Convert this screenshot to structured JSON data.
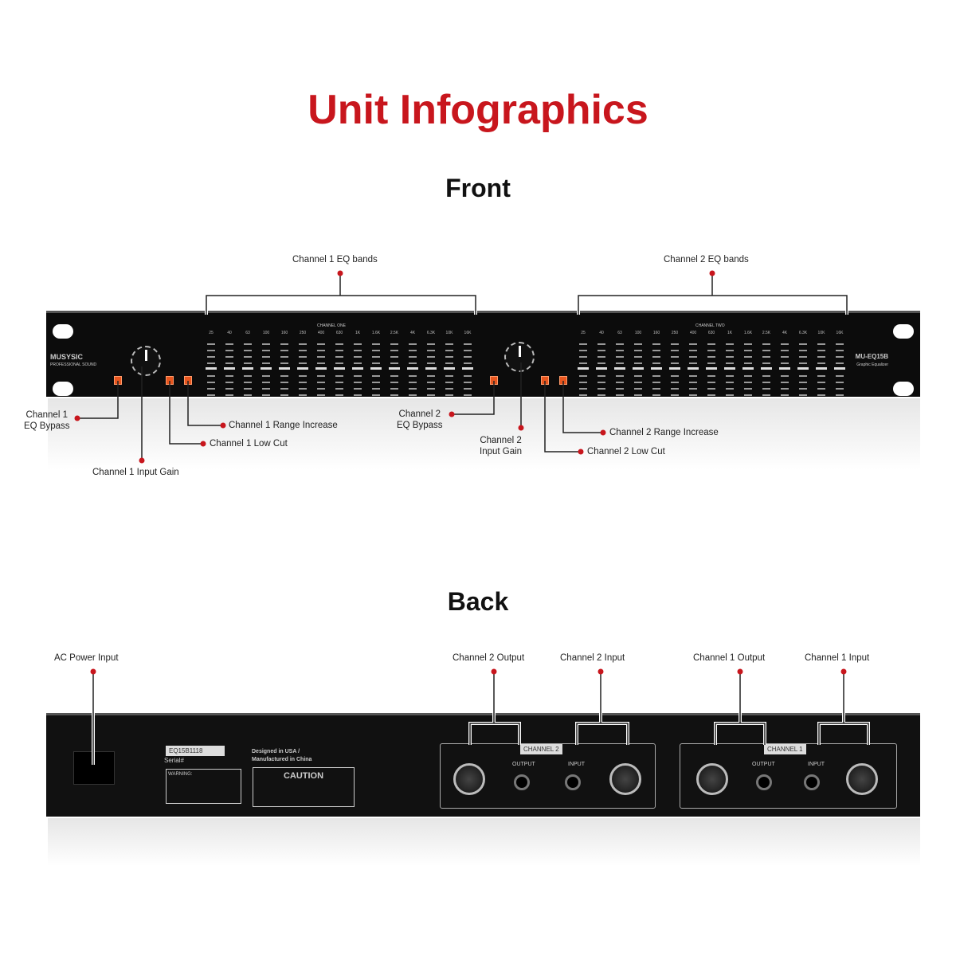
{
  "title": "Unit Infographics",
  "front": {
    "heading": "Front",
    "brand": "MUSYSIC",
    "brand_sub": "PROFESSIONAL SOUND",
    "model": "MU-EQ15B",
    "model_sub": "Graphic Equalizer",
    "ch1_label": "CHANNEL ONE",
    "ch2_label": "CHANNEL TWO",
    "frequencies": [
      "25",
      "40",
      "63",
      "100",
      "160",
      "250",
      "400",
      "630",
      "1K",
      "1.6K",
      "2.5K",
      "4K",
      "6.3K",
      "10K",
      "16K"
    ],
    "callouts": {
      "ch1_bands": "Channel 1 EQ bands",
      "ch2_bands": "Channel 2 EQ bands",
      "ch1_bypass_1": "Channel 1",
      "ch1_bypass_2": "EQ Bypass",
      "ch1_gain": "Channel 1 Input Gain",
      "ch1_lowcut": "Channel 1 Low Cut",
      "ch1_range": "Channel 1 Range Increase",
      "ch2_bypass_1": "Channel 2",
      "ch2_bypass_2": "EQ Bypass",
      "ch2_gain_1": "Channel 2",
      "ch2_gain_2": "Input Gain",
      "ch2_lowcut": "Channel 2 Low Cut",
      "ch2_range": "Channel 2 Range Increase"
    }
  },
  "back": {
    "heading": "Back",
    "serial_label": "Serial#",
    "serial": "EQ15B1118",
    "designed": "Designed in USA /",
    "manufactured": "Manufactured in China",
    "caution": "CAUTION",
    "warning": "WARNING:",
    "output": "OUTPUT",
    "input": "INPUT",
    "channel2": "CHANNEL 2",
    "channel1": "CHANNEL 1",
    "callouts": {
      "ac": "AC Power Input",
      "ch2_out": "Channel 2 Output",
      "ch2_in": "Channel 2 Input",
      "ch1_out": "Channel 1 Output",
      "ch1_in": "Channel 1 Input"
    }
  },
  "colors": {
    "accent": "#c8161d",
    "button": "#e8561f"
  }
}
